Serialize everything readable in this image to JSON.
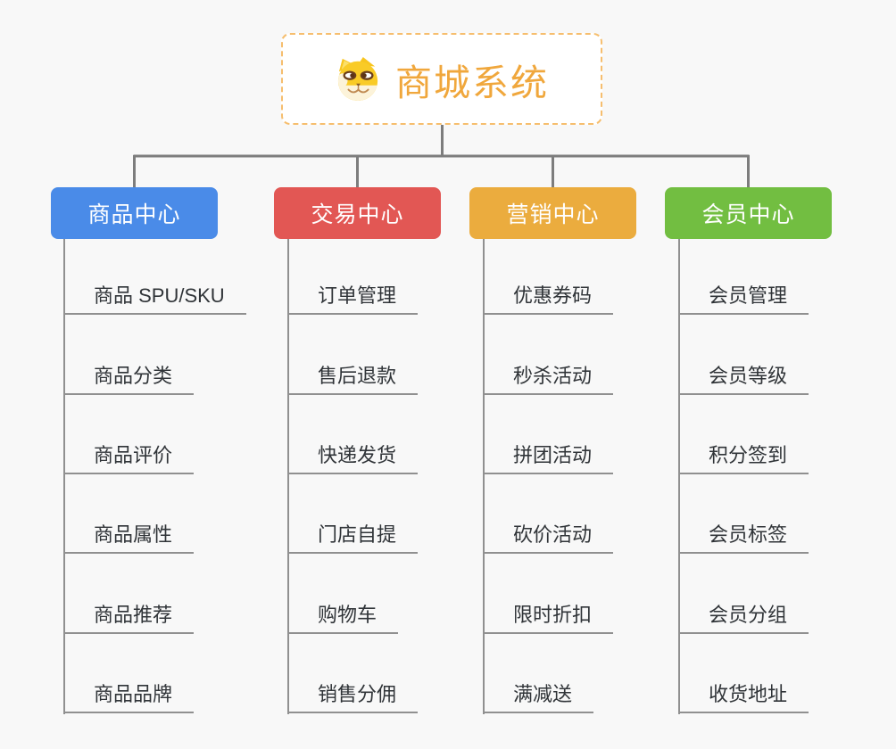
{
  "canvas": {
    "background": "#F8F8F8"
  },
  "root": {
    "title": "商城系统",
    "icon": "doge-icon",
    "accent_color": "#F0A73C",
    "border_color": "#F6BE6E"
  },
  "branches": [
    {
      "id": "product-center",
      "label": "商品中心",
      "color": "#4A8BE8",
      "children": [
        "商品 SPU/SKU",
        "商品分类",
        "商品评价",
        "商品属性",
        "商品推荐",
        "商品品牌"
      ]
    },
    {
      "id": "trade-center",
      "label": "交易中心",
      "color": "#E25754",
      "children": [
        "订单管理",
        "售后退款",
        "快递发货",
        "门店自提",
        "购物车",
        "销售分佣"
      ]
    },
    {
      "id": "marketing-center",
      "label": "营销中心",
      "color": "#EBAC3E",
      "children": [
        "优惠券码",
        "秒杀活动",
        "拼团活动",
        "砍价活动",
        "限时折扣",
        "满减送"
      ]
    },
    {
      "id": "member-center",
      "label": "会员中心",
      "color": "#72BE41",
      "children": [
        "会员管理",
        "会员等级",
        "积分签到",
        "会员标签",
        "会员分组",
        "收货地址"
      ]
    }
  ],
  "connector_color": "#7D7D7D",
  "line_color": "#909090",
  "text_color": "#303438"
}
